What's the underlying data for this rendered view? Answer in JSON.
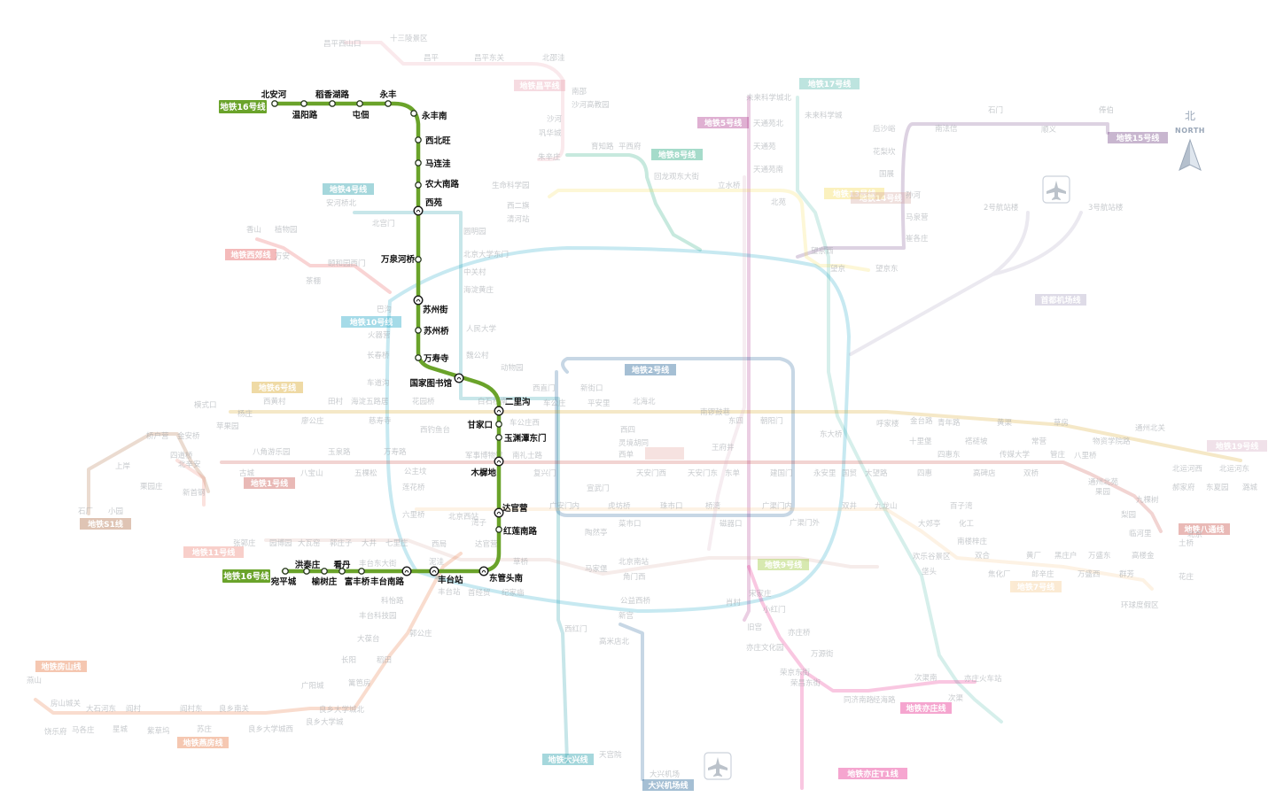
{
  "map": {
    "highlight_line": {
      "name": "地铁16号线",
      "color": "#6aa32a",
      "badges": [
        {
          "label": "地铁16号线"
        },
        {
          "label": "地铁16号线"
        }
      ],
      "stations": [
        {
          "name": "北安河"
        },
        {
          "name": "温阳路"
        },
        {
          "name": "稻香湖路"
        },
        {
          "name": "屯佃"
        },
        {
          "name": "永丰"
        },
        {
          "name": "永丰南"
        },
        {
          "name": "西北旺"
        },
        {
          "name": "马连洼"
        },
        {
          "name": "农大南路"
        },
        {
          "name": "西苑"
        },
        {
          "name": "万泉河桥"
        },
        {
          "name": "苏州街"
        },
        {
          "name": "苏州桥"
        },
        {
          "name": "万寿寺"
        },
        {
          "name": "国家图书馆"
        },
        {
          "name": "二里沟"
        },
        {
          "name": "甘家口"
        },
        {
          "name": "玉渊潭东门"
        },
        {
          "name": "木樨地"
        },
        {
          "name": "达官营"
        },
        {
          "name": "红莲南路"
        },
        {
          "name": "东管头南"
        },
        {
          "name": "丰台站"
        },
        {
          "name": "丰台南路"
        },
        {
          "name": "富丰桥"
        },
        {
          "name": "看丹"
        },
        {
          "name": "榆树庄"
        },
        {
          "name": "洪泰庄"
        },
        {
          "name": "宛平城"
        }
      ]
    },
    "background_lines": [
      {
        "label": "地铁昌平线",
        "color": "#e89aaa"
      },
      {
        "label": "地铁17号线",
        "color": "#46b5a6"
      },
      {
        "label": "地铁5号线",
        "color": "#a6217f"
      },
      {
        "label": "地铁8号线",
        "color": "#009b6b"
      },
      {
        "label": "地铁15号线",
        "color": "#653279"
      },
      {
        "label": "地铁4号线",
        "color": "#008e9c"
      },
      {
        "label": "地铁13号线",
        "color": "#f4da48"
      },
      {
        "label": "地铁14号线",
        "color": "#d5a7a1"
      },
      {
        "label": "地铁西郊线",
        "color": "#e23c3c"
      },
      {
        "label": "首都机场线",
        "color": "#a29bbb"
      },
      {
        "label": "地铁10号线",
        "color": "#009bc0"
      },
      {
        "label": "地铁2号线",
        "color": "#004b87"
      },
      {
        "label": "地铁6号线",
        "color": "#d29700"
      },
      {
        "label": "地铁1号线",
        "color": "#c23a30"
      },
      {
        "label": "地铁11号线",
        "color": "#ed796b"
      },
      {
        "label": "地铁S1线",
        "color": "#a45a2a"
      },
      {
        "label": "地铁7号线",
        "color": "#f6c582"
      },
      {
        "label": "地铁八通线",
        "color": "#c23a30"
      },
      {
        "label": "地铁9号线",
        "color": "#8fc31f"
      },
      {
        "label": "地铁房山线",
        "color": "#e46022"
      },
      {
        "label": "地铁燕房线",
        "color": "#e46022"
      },
      {
        "label": "地铁亦庄线",
        "color": "#e40077"
      },
      {
        "label": "地铁19号线",
        "color": "#d6abc1"
      },
      {
        "label": "地铁大兴线",
        "color": "#008e9c"
      },
      {
        "label": "大兴机场线",
        "color": "#004b87"
      },
      {
        "label": "地铁亦庄T1线",
        "color": "#e40077"
      }
    ],
    "background_labels": [
      {
        "text": "十三陵景区"
      },
      {
        "text": "昌平西山口"
      },
      {
        "text": "昌平"
      },
      {
        "text": "昌平东关"
      },
      {
        "text": "北邵洼"
      },
      {
        "text": "南邵"
      },
      {
        "text": "沙河高教园"
      },
      {
        "text": "沙河"
      },
      {
        "text": "巩华城"
      },
      {
        "text": "朱辛庄"
      },
      {
        "text": "生命科学园"
      },
      {
        "text": "西二旗"
      },
      {
        "text": "清河站"
      },
      {
        "text": "育知路"
      },
      {
        "text": "平西府"
      },
      {
        "text": "回龙观东大街"
      },
      {
        "text": "未来科学城北"
      },
      {
        "text": "未来科学城"
      },
      {
        "text": "天通苑北"
      },
      {
        "text": "天通苑"
      },
      {
        "text": "天通苑南"
      },
      {
        "text": "立水桥"
      },
      {
        "text": "北苑"
      },
      {
        "text": "望京西"
      },
      {
        "text": "望京"
      },
      {
        "text": "望京东"
      },
      {
        "text": "石门"
      },
      {
        "text": "俸伯"
      },
      {
        "text": "顺义"
      },
      {
        "text": "南法信"
      },
      {
        "text": "后沙峪"
      },
      {
        "text": "花梨坎"
      },
      {
        "text": "国展"
      },
      {
        "text": "孙河"
      },
      {
        "text": "马泉营"
      },
      {
        "text": "崔各庄"
      },
      {
        "text": "2号航站楼"
      },
      {
        "text": "3号航站楼"
      },
      {
        "text": "安河桥北"
      },
      {
        "text": "北宫门"
      },
      {
        "text": "圆明园"
      },
      {
        "text": "北京大学东门"
      },
      {
        "text": "中关村"
      },
      {
        "text": "海淀黄庄"
      },
      {
        "text": "人民大学"
      },
      {
        "text": "魏公村"
      },
      {
        "text": "动物园"
      },
      {
        "text": "西直门"
      },
      {
        "text": "新街口"
      },
      {
        "text": "平安里"
      },
      {
        "text": "西四"
      },
      {
        "text": "灵境胡同"
      },
      {
        "text": "西单"
      },
      {
        "text": "宣武门"
      },
      {
        "text": "菜市口"
      },
      {
        "text": "陶然亭"
      },
      {
        "text": "北京南站"
      },
      {
        "text": "马家堡"
      },
      {
        "text": "角门西"
      },
      {
        "text": "公益西桥"
      },
      {
        "text": "新宫"
      },
      {
        "text": "西红门"
      },
      {
        "text": "高米店北"
      },
      {
        "text": "天宫院"
      },
      {
        "text": "大兴机场"
      },
      {
        "text": "香山"
      },
      {
        "text": "植物园"
      },
      {
        "text": "万安"
      },
      {
        "text": "颐和园西门"
      },
      {
        "text": "茶棚"
      },
      {
        "text": "巴沟"
      },
      {
        "text": "火器营"
      },
      {
        "text": "长春桥"
      },
      {
        "text": "车道沟"
      },
      {
        "text": "慈寿寺"
      },
      {
        "text": "西钓鱼台"
      },
      {
        "text": "公主坟"
      },
      {
        "text": "莲花桥"
      },
      {
        "text": "六里桥"
      },
      {
        "text": "西局"
      },
      {
        "text": "泥洼"
      },
      {
        "text": "丰台站"
      },
      {
        "text": "首经贸"
      },
      {
        "text": "纪家庙"
      },
      {
        "text": "草桥"
      },
      {
        "text": "苹果园"
      },
      {
        "text": "古城"
      },
      {
        "text": "八角游乐园"
      },
      {
        "text": "八宝山"
      },
      {
        "text": "玉泉路"
      },
      {
        "text": "五棵松"
      },
      {
        "text": "万寿路"
      },
      {
        "text": "军事博物馆"
      },
      {
        "text": "南礼士路"
      },
      {
        "text": "复兴门"
      },
      {
        "text": "天安门西"
      },
      {
        "text": "天安门东"
      },
      {
        "text": "王府井"
      },
      {
        "text": "东单"
      },
      {
        "text": "建国门"
      },
      {
        "text": "永安里"
      },
      {
        "text": "国贸"
      },
      {
        "text": "大望路"
      },
      {
        "text": "四惠"
      },
      {
        "text": "四惠东"
      },
      {
        "text": "高碑店"
      },
      {
        "text": "传媒大学"
      },
      {
        "text": "双桥"
      },
      {
        "text": "管庄"
      },
      {
        "text": "八里桥"
      },
      {
        "text": "通州北苑"
      },
      {
        "text": "果园"
      },
      {
        "text": "九棵树"
      },
      {
        "text": "梨园"
      },
      {
        "text": "临河里"
      },
      {
        "text": "土桥"
      },
      {
        "text": "花庄"
      },
      {
        "text": "环球度假区"
      },
      {
        "text": "金安桥"
      },
      {
        "text": "四道桥"
      },
      {
        "text": "桥户营"
      },
      {
        "text": "上岸"
      },
      {
        "text": "栗园庄"
      },
      {
        "text": "小园"
      },
      {
        "text": "石厂"
      },
      {
        "text": "新首钢"
      },
      {
        "text": "北辛安"
      },
      {
        "text": "模式口"
      },
      {
        "text": "杨庄"
      },
      {
        "text": "西黄村"
      },
      {
        "text": "廖公庄"
      },
      {
        "text": "田村"
      },
      {
        "text": "海淀五路居"
      },
      {
        "text": "花园桥"
      },
      {
        "text": "白石桥南"
      },
      {
        "text": "车公庄西"
      },
      {
        "text": "车公庄"
      },
      {
        "text": "北海北"
      },
      {
        "text": "南锣鼓巷"
      },
      {
        "text": "东四"
      },
      {
        "text": "朝阳门"
      },
      {
        "text": "东大桥"
      },
      {
        "text": "呼家楼"
      },
      {
        "text": "金台路"
      },
      {
        "text": "十里堡"
      },
      {
        "text": "青年路"
      },
      {
        "text": "褡裢坡"
      },
      {
        "text": "黄渠"
      },
      {
        "text": "常营"
      },
      {
        "text": "草房"
      },
      {
        "text": "物资学院路"
      },
      {
        "text": "通州北关"
      },
      {
        "text": "北运河西"
      },
      {
        "text": "北运河东"
      },
      {
        "text": "郝家府"
      },
      {
        "text": "东夏园"
      },
      {
        "text": "潞城"
      },
      {
        "text": "张郭庄"
      },
      {
        "text": "园博园"
      },
      {
        "text": "大瓦窑"
      },
      {
        "text": "郭庄子"
      },
      {
        "text": "大井"
      },
      {
        "text": "七里庄"
      },
      {
        "text": "丰台东大街"
      },
      {
        "text": "丰台科技园"
      },
      {
        "text": "科怡路"
      },
      {
        "text": "郭公庄"
      },
      {
        "text": "大葆台"
      },
      {
        "text": "稻田"
      },
      {
        "text": "长阳"
      },
      {
        "text": "篱笆房"
      },
      {
        "text": "广阳城"
      },
      {
        "text": "良乡大学城北"
      },
      {
        "text": "良乡大学城"
      },
      {
        "text": "良乡大学城西"
      },
      {
        "text": "良乡南关"
      },
      {
        "text": "苏庄"
      },
      {
        "text": "阎村东"
      },
      {
        "text": "紫草坞"
      },
      {
        "text": "阎村"
      },
      {
        "text": "星城"
      },
      {
        "text": "大石河东"
      },
      {
        "text": "马各庄"
      },
      {
        "text": "饶乐府"
      },
      {
        "text": "房山城关"
      },
      {
        "text": "燕山"
      },
      {
        "text": "宋家庄"
      },
      {
        "text": "肖村"
      },
      {
        "text": "小红门"
      },
      {
        "text": "旧宫"
      },
      {
        "text": "亦庄桥"
      },
      {
        "text": "亦庄文化园"
      },
      {
        "text": "万源街"
      },
      {
        "text": "荣京东街"
      },
      {
        "text": "荣昌东街"
      },
      {
        "text": "同济南路"
      },
      {
        "text": "经海路"
      },
      {
        "text": "次渠南"
      },
      {
        "text": "次渠"
      },
      {
        "text": "亦庄火车站"
      },
      {
        "text": "北京西站"
      },
      {
        "text": "湾子"
      },
      {
        "text": "达官营"
      },
      {
        "text": "广安门内"
      },
      {
        "text": "虎坊桥"
      },
      {
        "text": "珠市口"
      },
      {
        "text": "桥湾"
      },
      {
        "text": "磁器口"
      },
      {
        "text": "广渠门内"
      },
      {
        "text": "广渠门外"
      },
      {
        "text": "双井"
      },
      {
        "text": "九龙山"
      },
      {
        "text": "大郊亭"
      },
      {
        "text": "百子湾"
      },
      {
        "text": "化工"
      },
      {
        "text": "南楼梓庄"
      },
      {
        "text": "欢乐谷景区"
      },
      {
        "text": "垡头"
      },
      {
        "text": "双合"
      },
      {
        "text": "焦化厂"
      },
      {
        "text": "黄厂"
      },
      {
        "text": "郎辛庄"
      },
      {
        "text": "黑庄户"
      },
      {
        "text": "万盛西"
      },
      {
        "text": "万盛东"
      },
      {
        "text": "群芳"
      },
      {
        "text": "高楼金"
      },
      {
        "text": "北京"
      }
    ],
    "north": {
      "char": "北",
      "word": "NORTH"
    },
    "icons": [
      {
        "name": "airplane-icon-capital"
      },
      {
        "name": "airplane-icon-daxing"
      }
    ]
  }
}
